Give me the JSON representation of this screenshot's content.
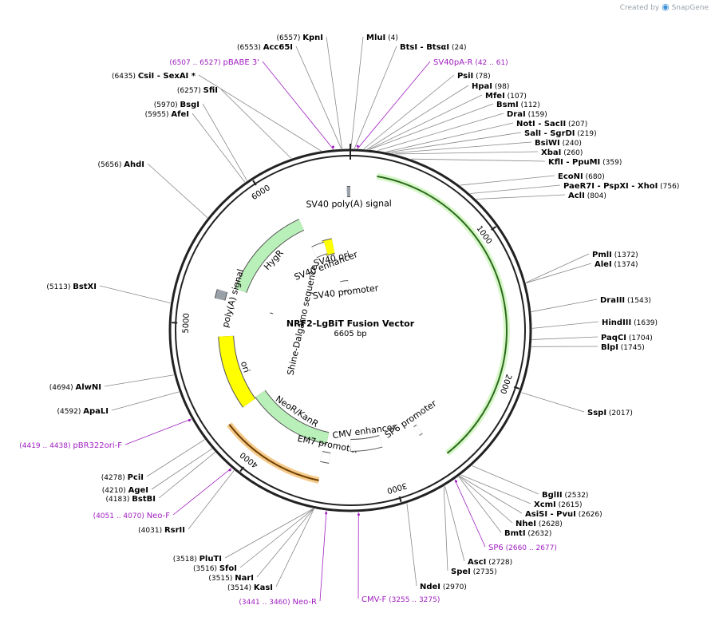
{
  "brand": {
    "created_by": "Created by",
    "product": "SnapGene"
  },
  "plasmid": {
    "name": "NRF2-LgBiT Fusion Vector",
    "size_label": "6605 bp",
    "length": 6605
  },
  "ticks": [
    {
      "pos": 1000,
      "label": "1000"
    },
    {
      "pos": 2000,
      "label": "2000"
    },
    {
      "pos": 3000,
      "label": "3000"
    },
    {
      "pos": 4000,
      "label": "4000"
    },
    {
      "pos": 5000,
      "label": "5000"
    },
    {
      "pos": 6000,
      "label": "6000"
    }
  ],
  "features": [
    {
      "label": "SV40 poly(A) signal",
      "kind": "polyA",
      "start": 6580,
      "end": 6605
    },
    {
      "label": "SV40 promoter",
      "kind": "promoter",
      "start": 6390,
      "end": 6559,
      "dir": -1
    },
    {
      "label": "HygR",
      "kind": "cds",
      "start": 5320,
      "end": 6150,
      "dir": -1
    },
    {
      "label": "poly(A) signal",
      "kind": "polyA",
      "start": 5200,
      "end": 5270
    },
    {
      "label": "ori",
      "kind": "ori",
      "start": 4300,
      "end": 4905,
      "dir": -1
    },
    {
      "label": "SV40 ori",
      "kind": "ori",
      "start": 6280,
      "end": 6395
    },
    {
      "label": "SV40 enhancer",
      "kind": "enhancer",
      "start": 6150,
      "end": 6300
    },
    {
      "label": "Shine-Dalgarno sequence",
      "kind": "small",
      "start": 5175,
      "end": 5185
    },
    {
      "label": "NeoR/KanR",
      "kind": "cds",
      "start": 3520,
      "end": 4310,
      "dir": -1
    },
    {
      "label": "EM7 promoter",
      "kind": "promoter",
      "start": 3470,
      "end": 3540,
      "dir": -1
    },
    {
      "label": "CMV enhancer",
      "kind": "enhancer",
      "start": 3020,
      "end": 3300
    },
    {
      "label": "SP6 promoter",
      "kind": "promoter",
      "start": 2660,
      "end": 2690,
      "dir": -1
    },
    {
      "label": "",
      "kind": "cds-green",
      "start": 180,
      "end": 2600,
      "dir": -1
    },
    {
      "label": "",
      "kind": "cds-orange",
      "start": 3520,
      "end": 4260,
      "dir": -1
    }
  ],
  "sites": [
    {
      "name": "KpnI",
      "pos": "(6557)",
      "numLeft": true,
      "bold": true
    },
    {
      "name": "Acc65I",
      "pos": "(6553)",
      "numLeft": true,
      "bold": true
    },
    {
      "name": "pBABE 3'",
      "pos": "(6507 .. 6527)",
      "numLeft": true,
      "primer": true
    },
    {
      "name": "CsiI",
      "pos": "(6435)",
      "numLeft": true,
      "bold": true,
      "extra": " - SexAI *"
    },
    {
      "name": "SfiI",
      "pos": "(6257)",
      "numLeft": true,
      "bold": true
    },
    {
      "name": "BsgI",
      "pos": "(5970)",
      "numLeft": true,
      "bold": true
    },
    {
      "name": "AfeI",
      "pos": "(5955)",
      "numLeft": true,
      "bold": true
    },
    {
      "name": "AhdI",
      "pos": "(5656)",
      "numLeft": true,
      "bold": true
    },
    {
      "name": "BstXI",
      "pos": "(5113)",
      "numLeft": true,
      "bold": true
    },
    {
      "name": "AlwNI",
      "pos": "(4694)",
      "numLeft": true,
      "bold": true
    },
    {
      "name": "ApaLI",
      "pos": "(4592)",
      "numLeft": true,
      "bold": true
    },
    {
      "name": "pBR322ori-F",
      "pos": "(4419 .. 4438)",
      "numLeft": true,
      "primer": true
    },
    {
      "name": "PciI",
      "pos": "(4278)",
      "numLeft": true,
      "bold": true
    },
    {
      "name": "AgeI",
      "pos": "(4210)",
      "numLeft": true,
      "bold": true
    },
    {
      "name": "BstBI",
      "pos": "(4183)",
      "numLeft": true,
      "bold": true
    },
    {
      "name": "Neo-F",
      "pos": "(4051 .. 4070)",
      "numLeft": true,
      "primer": true
    },
    {
      "name": "RsrII",
      "pos": "(4031)",
      "numLeft": true,
      "bold": true
    },
    {
      "name": "PluTI",
      "pos": "(3518)",
      "numLeft": true,
      "bold": true
    },
    {
      "name": "SfoI",
      "pos": "(3516)",
      "numLeft": true,
      "bold": true
    },
    {
      "name": "NarI",
      "pos": "(3515)",
      "numLeft": true,
      "bold": true
    },
    {
      "name": "KasI",
      "pos": "(3514)",
      "numLeft": true,
      "bold": true
    },
    {
      "name": "Neo-R",
      "pos": "(3441 .. 3460)",
      "numLeft": true,
      "primer": true
    },
    {
      "name": "CMV-F",
      "pos": "(3255 .. 3275)",
      "numLeft": false,
      "primer": true
    },
    {
      "name": "MluI",
      "pos": "(4)",
      "bold": true
    },
    {
      "name": "BtsI",
      "pos": "(24)",
      "bold": true,
      "extra": " - BtsαI"
    },
    {
      "name": "SV40pA-R",
      "pos": "(42 .. 61)",
      "primer": true
    },
    {
      "name": "PsiI",
      "pos": "(78)",
      "bold": true
    },
    {
      "name": "HpaI",
      "pos": "(98)",
      "bold": true
    },
    {
      "name": "MfeI",
      "pos": "(107)",
      "bold": true
    },
    {
      "name": "BsmI",
      "pos": "(112)",
      "bold": true
    },
    {
      "name": "DraI",
      "pos": "(159)",
      "bold": true
    },
    {
      "name": "NotI",
      "pos": "(207)",
      "bold": true,
      "extra": " - SacII"
    },
    {
      "name": "SalI",
      "pos": "(219)",
      "bold": true,
      "extra": " - SgrDI"
    },
    {
      "name": "BsiWI",
      "pos": "(240)",
      "bold": true
    },
    {
      "name": "XbaI",
      "pos": "(260)",
      "bold": true
    },
    {
      "name": "KflI",
      "pos": "(359)",
      "bold": true,
      "extra": " - PpuMI"
    },
    {
      "name": "EcoNI",
      "pos": "(680)",
      "bold": true
    },
    {
      "name": "PaeR7I",
      "pos": "(756)",
      "bold": true,
      "extra": " - PspXI - XhoI"
    },
    {
      "name": "AclI",
      "pos": "(804)",
      "bold": true
    },
    {
      "name": "PmlI",
      "pos": "(1372)",
      "bold": true
    },
    {
      "name": "AleI",
      "pos": "(1374)",
      "bold": true
    },
    {
      "name": "DraIII",
      "pos": "(1543)",
      "bold": true
    },
    {
      "name": "HindIII",
      "pos": "(1639)",
      "bold": true
    },
    {
      "name": "PaqCI",
      "pos": "(1704)",
      "bold": true
    },
    {
      "name": "BlpI",
      "pos": "(1745)",
      "bold": true
    },
    {
      "name": "SspI",
      "pos": "(2017)",
      "bold": true
    },
    {
      "name": "BglII",
      "pos": "(2532)",
      "bold": true
    },
    {
      "name": "XcmI",
      "pos": "(2615)",
      "bold": true
    },
    {
      "name": "AsiSI",
      "pos": "(2626)",
      "bold": true,
      "extra": " - PvuI"
    },
    {
      "name": "NheI",
      "pos": "(2628)",
      "bold": true
    },
    {
      "name": "BmtI",
      "pos": "(2632)",
      "bold": true
    },
    {
      "name": "SP6",
      "pos": "(2660 .. 2677)",
      "primer": true
    },
    {
      "name": "AscI",
      "pos": "(2728)",
      "bold": true
    },
    {
      "name": "SpeI",
      "pos": "(2735)",
      "bold": true
    },
    {
      "name": "NdeI",
      "pos": "(2970)",
      "bold": true
    }
  ],
  "colors": {
    "backbone": "#222222",
    "primer": "#a020c0",
    "green": "#b9f0b9",
    "green_edge": "#2a6a1c",
    "yellow": "#ffff00",
    "orange": "#f5c98a",
    "gray": "#9aa0a8",
    "leader": "#888888"
  }
}
